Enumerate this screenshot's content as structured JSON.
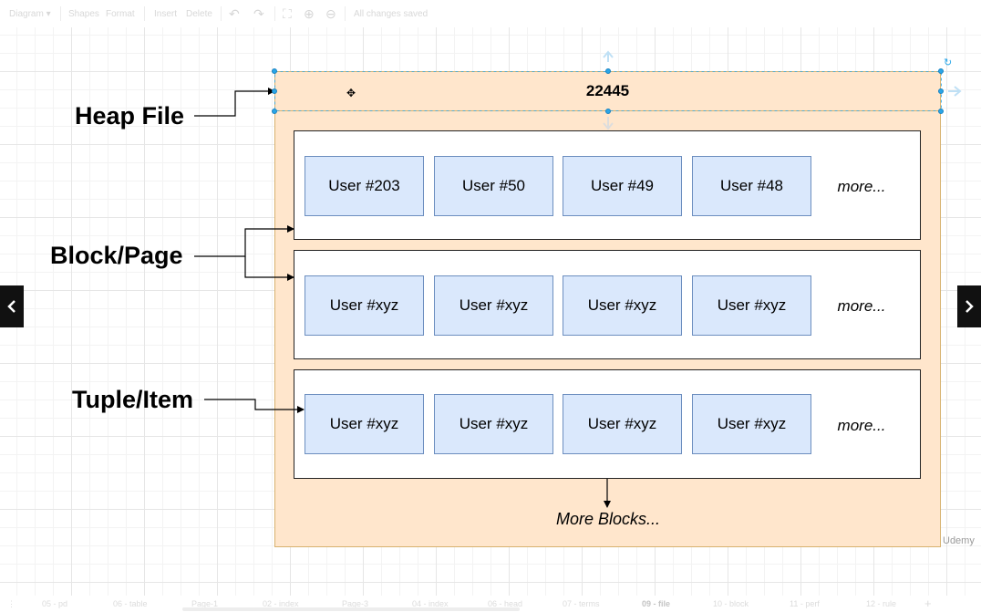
{
  "toolbar": {
    "diagram_label": "Diagram",
    "shapes_label": "Shapes",
    "format_label": "Format",
    "insert_label": "Insert",
    "delete_label": "Delete",
    "status": "All changes saved"
  },
  "diagram": {
    "container_title": "22445",
    "labels": {
      "heap_file": "Heap File",
      "block_page": "Block/Page",
      "tuple_item": "Tuple/Item"
    },
    "blocks": [
      {
        "tuples": [
          "User #203",
          "User #50",
          "User #49",
          "User #48"
        ],
        "more": "more..."
      },
      {
        "tuples": [
          "User #xyz",
          "User #xyz",
          "User #xyz",
          "User #xyz"
        ],
        "more": "more..."
      },
      {
        "tuples": [
          "User #xyz",
          "User #xyz",
          "User #xyz",
          "User #xyz"
        ],
        "more": "more..."
      }
    ],
    "more_blocks": "More Blocks..."
  },
  "page_tabs": [
    {
      "label": "05 - pd"
    },
    {
      "label": "06 - table"
    },
    {
      "label": "Page-1"
    },
    {
      "label": "02 - index"
    },
    {
      "label": "Page-3"
    },
    {
      "label": "04 - index"
    },
    {
      "label": "06 - head"
    },
    {
      "label": "07 - terms"
    },
    {
      "label": "09 - file",
      "active": true
    },
    {
      "label": "10 - block"
    },
    {
      "label": "11 - perf"
    },
    {
      "label": "12 - rule"
    }
  ],
  "watermark": "Udemy",
  "colors": {
    "container_fill": "#ffe6cc",
    "container_border": "#d7b26f",
    "tuple_fill": "#dae8fc",
    "tuple_border": "#6c8ebf",
    "selection_handle": "#29a6e8"
  },
  "icons": [
    "undo-icon",
    "redo-icon",
    "fullscreen-icon",
    "zoom-in-icon",
    "zoom-out-icon",
    "move-icon",
    "rotate-icon",
    "chevron-left-icon",
    "chevron-right-icon",
    "add-page-icon"
  ]
}
